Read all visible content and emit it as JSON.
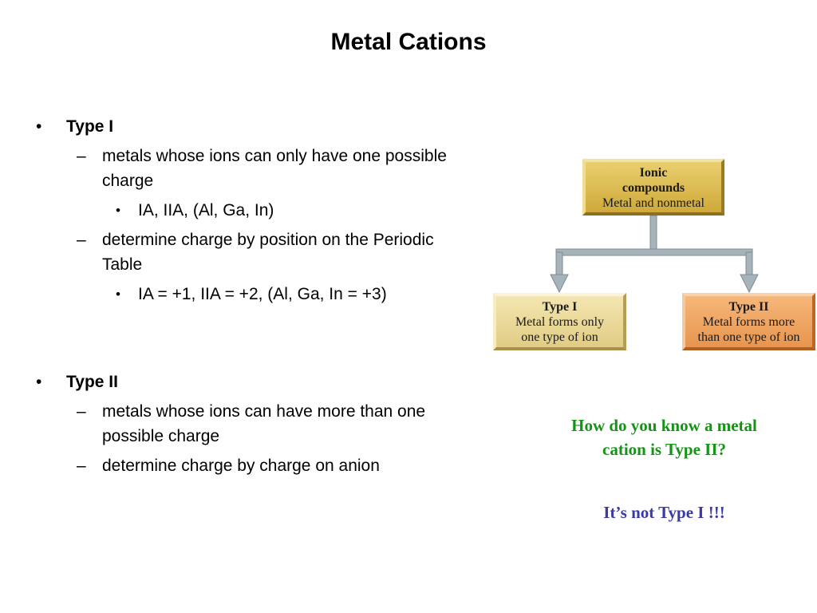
{
  "slide": {
    "title": "Metal Cations"
  },
  "bullets": {
    "mark_l1": "•",
    "mark_l2": "–",
    "mark_l3": "•",
    "type1": {
      "heading": "Type I",
      "sub1": "metals whose ions can only have one possible charge",
      "sub1_detail": "IA, IIA, (Al, Ga, In)",
      "sub2": "determine charge by position on the Periodic Table",
      "sub2_detail": "IA = +1, IIA = +2, (Al, Ga, In = +3)"
    },
    "type2": {
      "heading": "Type II",
      "sub1": "metals whose ions can have more than one possible charge",
      "sub2": "determine charge by charge on anion"
    }
  },
  "diagram": {
    "ionic": {
      "line1": "Ionic",
      "line2": "compounds",
      "line3": "Metal and nonmetal"
    },
    "type1": {
      "line1": "Type I",
      "line2": "Metal forms only",
      "line3": "one type of ion"
    },
    "type2": {
      "line1": "Type II",
      "line2": "Metal forms more",
      "line3": "than one type of ion"
    },
    "colors": {
      "ionic_box": "#d9b94e",
      "type1_box": "#ead9a0",
      "type2_box": "#efa565",
      "connector": "#a7b3bb"
    }
  },
  "note": {
    "question_line1": "How do you know a metal",
    "question_line2": "cation is Type II?",
    "answer": "It’s not Type I !!!",
    "question_color": "#149414",
    "answer_color": "#3a3aa6"
  }
}
